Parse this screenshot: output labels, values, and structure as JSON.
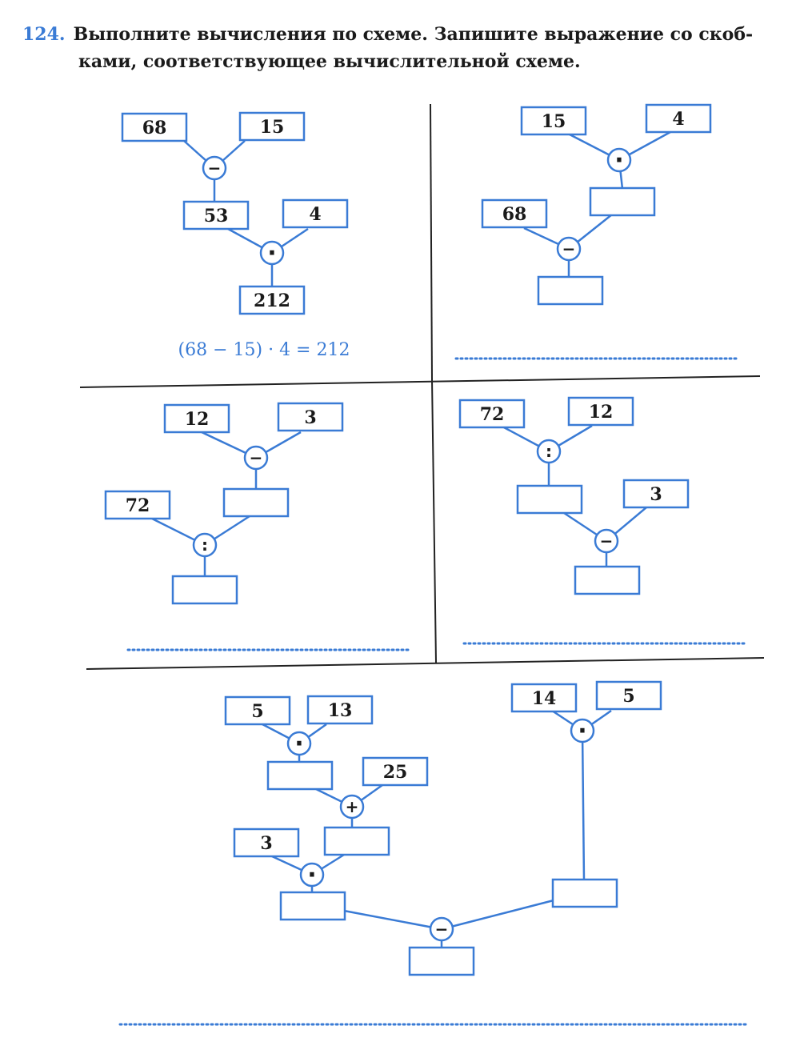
{
  "problem": {
    "number": "124.",
    "text_line1": "Выполните вычисления по схеме. Запишите выражение со скоб-",
    "text_line2": "ками, соответствующее вычислительной схеме."
  },
  "colors": {
    "line": "#3a7bd5",
    "text": "#1a1a1a",
    "answer": "#3a7bd5",
    "divider": "#222222"
  },
  "schemes": [
    {
      "id": "scheme-1",
      "boxes": [
        "68",
        "15",
        "53",
        "4",
        "212"
      ],
      "operators": [
        "−",
        "·"
      ],
      "answer": "(68 − 15) · 4 = 212"
    },
    {
      "id": "scheme-2",
      "boxes": [
        "15",
        "4",
        "",
        "68",
        ""
      ],
      "operators": [
        "·",
        "−"
      ],
      "answer": ""
    },
    {
      "id": "scheme-3",
      "boxes": [
        "12",
        "3",
        "",
        "72",
        ""
      ],
      "operators": [
        "−",
        ":"
      ],
      "answer": ""
    },
    {
      "id": "scheme-4",
      "boxes": [
        "72",
        "12",
        "",
        "3",
        ""
      ],
      "operators": [
        ":",
        "−"
      ],
      "answer": ""
    },
    {
      "id": "scheme-5",
      "boxes": [
        "5",
        "13",
        "",
        "25",
        "3",
        "",
        "",
        "14",
        "5",
        "",
        ""
      ],
      "operators": [
        "·",
        "+",
        "·",
        "·",
        "−"
      ],
      "answer": ""
    }
  ]
}
